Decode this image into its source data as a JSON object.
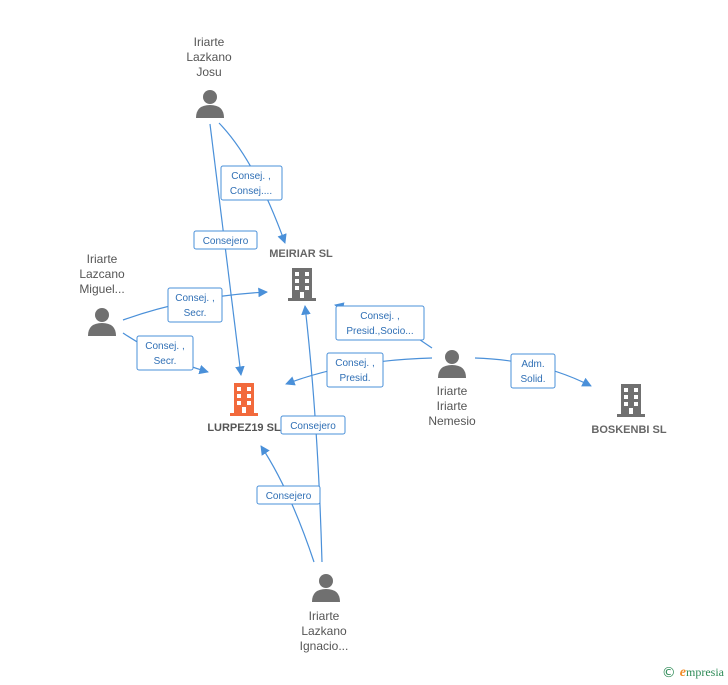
{
  "colors": {
    "edge": "#4a90d9",
    "person_icon": "#707070",
    "company_icon": "#707070",
    "company_main_icon": "#f26a3c",
    "brand_green": "#2e8b57",
    "brand_orange": "#f28c28"
  },
  "people": [
    {
      "id": "josu",
      "lines": [
        "Iriarte",
        "Lazkano",
        "Josu"
      ],
      "icon": "person-icon"
    },
    {
      "id": "miguel",
      "lines": [
        "Iriarte",
        "Lazcano",
        "Miguel..."
      ],
      "icon": "person-icon"
    },
    {
      "id": "nemesio",
      "lines": [
        "Iriarte",
        "Iriarte",
        "Nemesio"
      ],
      "icon": "person-icon"
    },
    {
      "id": "ignacio",
      "lines": [
        "Iriarte",
        "Lazkano",
        "Ignacio..."
      ],
      "icon": "person-icon"
    }
  ],
  "companies": [
    {
      "id": "meiriar",
      "label": "MEIRIAR SL",
      "icon": "building-icon",
      "main": false
    },
    {
      "id": "lurpez",
      "label": "LURPEZ19 SL",
      "icon": "building-icon",
      "main": true
    },
    {
      "id": "boskenbi",
      "label": "BOSKENBI SL",
      "icon": "building-icon",
      "main": false
    }
  ],
  "edges": [
    {
      "id": "josu-meiriar",
      "lines": [
        "Consej. ,",
        "Consej...."
      ]
    },
    {
      "id": "josu-lurpez",
      "lines": [
        "Consejero"
      ]
    },
    {
      "id": "miguel-meiriar",
      "lines": [
        "Consej. ,",
        "Secr."
      ]
    },
    {
      "id": "miguel-lurpez",
      "lines": [
        "Consej. ,",
        "Secr."
      ]
    },
    {
      "id": "nemesio-meiriar",
      "lines": [
        "Consej. ,",
        "Presid.,Socio..."
      ]
    },
    {
      "id": "nemesio-lurpez",
      "lines": [
        "Consej. ,",
        "Presid."
      ]
    },
    {
      "id": "nemesio-boskenbi",
      "lines": [
        "Adm.",
        "Solid."
      ]
    },
    {
      "id": "ignacio-meiriar",
      "lines": [
        "Consejero"
      ]
    },
    {
      "id": "ignacio-lurpez",
      "lines": [
        "Consejero"
      ]
    }
  ],
  "footer": {
    "copyright_symbol": "©",
    "brand_initial": "e",
    "brand_rest": "mpresia"
  }
}
